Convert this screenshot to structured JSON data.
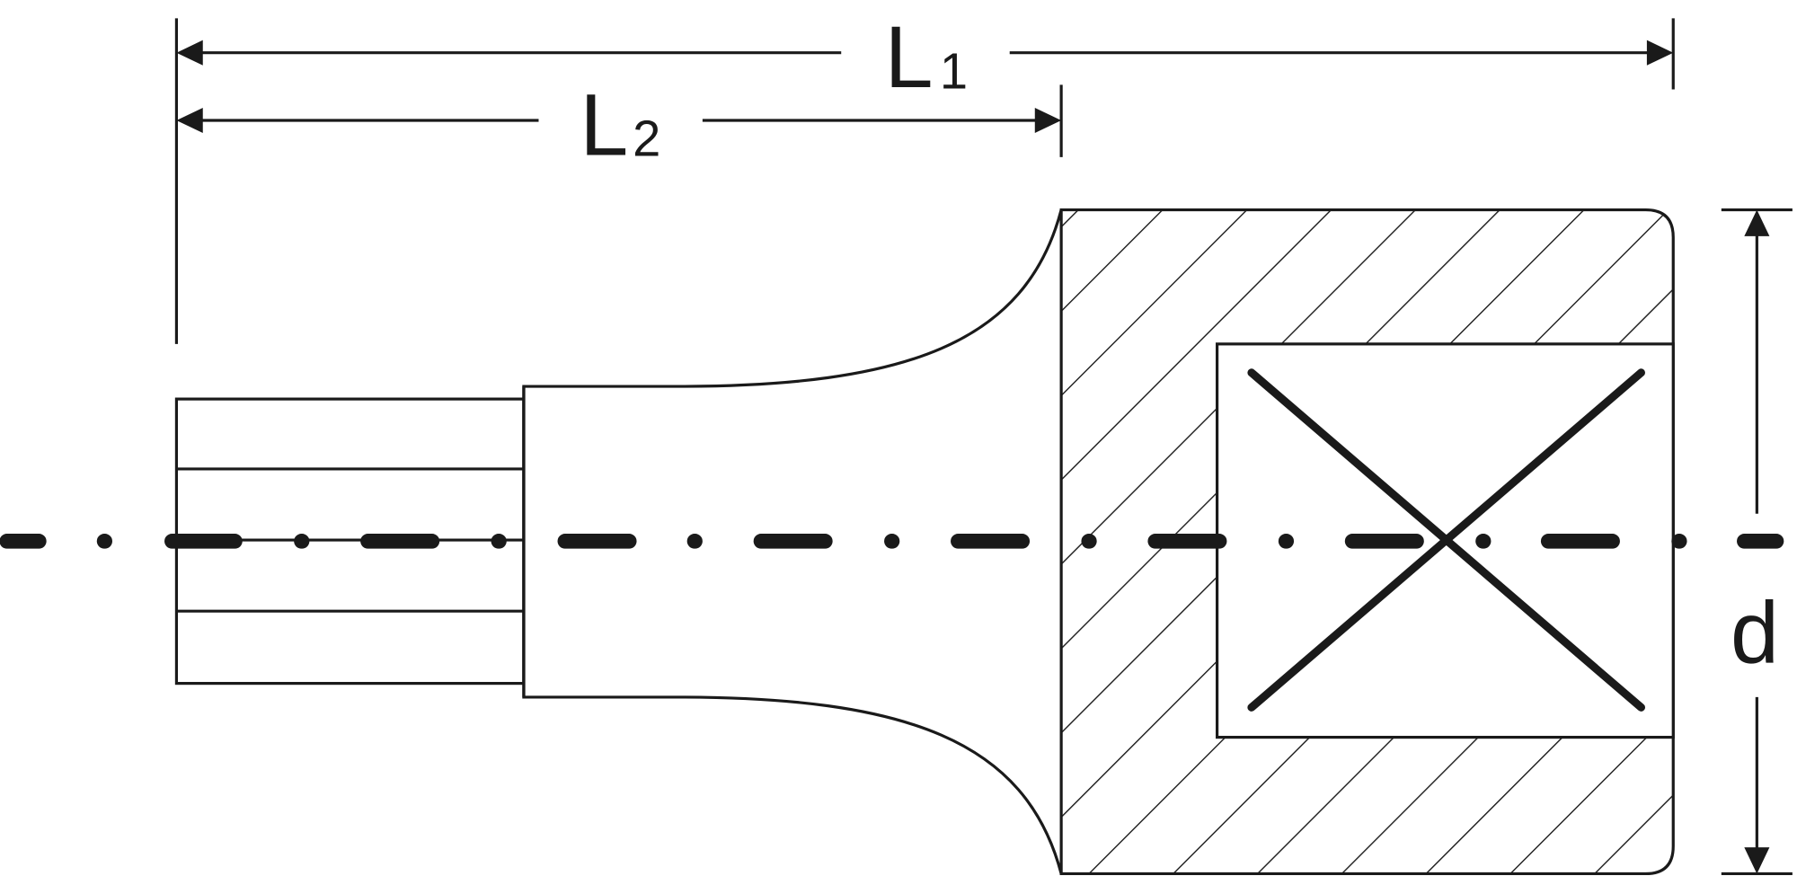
{
  "dimensions": {
    "L1": {
      "main": "L",
      "sub": "1"
    },
    "L2": {
      "main": "L",
      "sub": "2"
    },
    "d": "d"
  },
  "colors": {
    "line": "#1a1a1a",
    "background": "#ffffff"
  }
}
